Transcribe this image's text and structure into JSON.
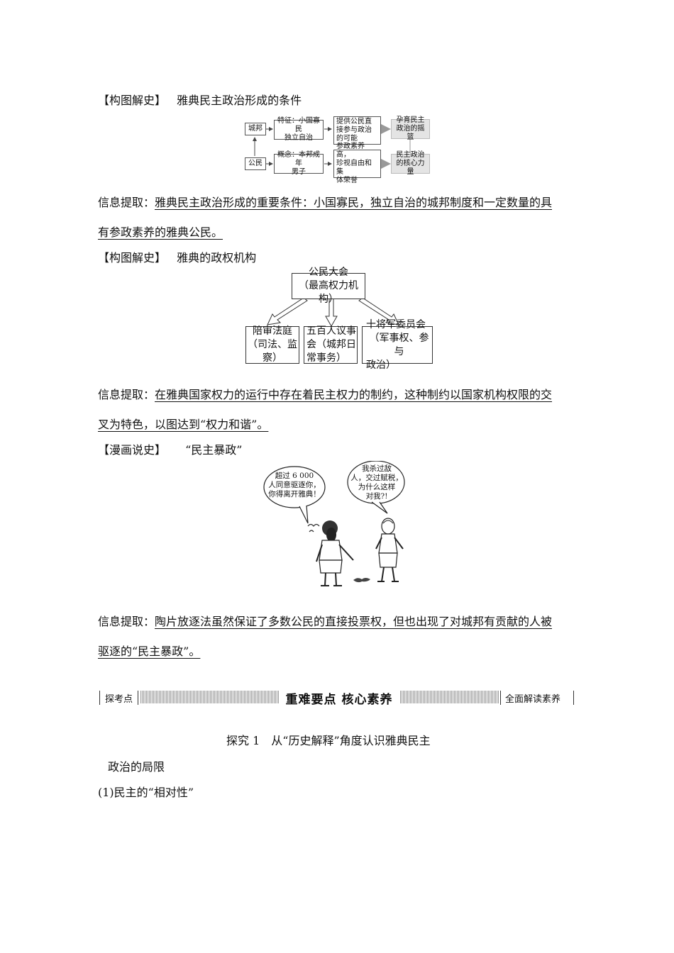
{
  "section1": {
    "heading_label": "【构图解史】",
    "heading_title": "雅典民主政治形成的条件",
    "diagram": {
      "city": "城邦",
      "citizen": "公民",
      "feature_1": "特征：小国寡民",
      "feature_2": "独立自治",
      "concept_1": "概念：本邦成年",
      "concept_2": "男子",
      "result_a_1": "提供公民直",
      "result_a_2": "接参与政治",
      "result_a_3": "的可能",
      "result_b_1": "参政素养高，",
      "result_b_2": "珍视自由和集",
      "result_b_3": "体荣誉",
      "out_a_1": "孕育民主",
      "out_a_2": "政治的摇篮",
      "out_b_1": "民主政治",
      "out_b_2": "的核心力量"
    },
    "info_label": "信息提取：",
    "info_line1": "雅典民主政治形成的重要条件：小国寡民，独立自治的城邦制度和一定数量的具",
    "info_line2": "有参政素养的雅典公民。"
  },
  "section2": {
    "heading_label": "【构图解史】",
    "heading_title": "雅典的政权机构",
    "diagram": {
      "top_1": "公民大会",
      "top_2": "（最高权力机构）",
      "left_1": "陪审法庭",
      "left_2": "（司法、监察）",
      "mid_1": "五百人议事",
      "mid_2": "会（城邦日",
      "mid_3": "常事务）",
      "right_1": "十将军委员会",
      "right_2": "（军事权、参与",
      "right_3": "政治）"
    },
    "info_label": "信息提取：",
    "info_line1": "在雅典国家权力的运行中存在着民主权力的制约，这种制约以国家机构权限的交",
    "info_line2": "叉为特色，以图达到“权力和谐”。"
  },
  "section3": {
    "heading_label": "【漫画说史】",
    "heading_title": "“民主暴政”",
    "bubble_left_1": "超过 6 000",
    "bubble_left_2": "人同意驱逐你，",
    "bubble_left_3": "你得离开雅典！",
    "bubble_right_1": "我杀过敌",
    "bubble_right_2": "人，交过赋税，",
    "bubble_right_3": "为什么这样",
    "bubble_right_4": "对我?!",
    "info_label": "信息提取：",
    "info_line1": "陶片放逐法虽然保证了多数公民的直接投票权，但也出现了对城邦有贡献的人被",
    "info_line2": "驱逐的“民主暴政”。"
  },
  "banner": {
    "left": "探考点",
    "title": "重难要点  核心素养",
    "right": "全面解读素养"
  },
  "explore": {
    "title": "探究 1　从“历史解释”角度认识雅典民主",
    "subtitle": "政治的局限",
    "item1": "(1)民主的“相对性”"
  }
}
